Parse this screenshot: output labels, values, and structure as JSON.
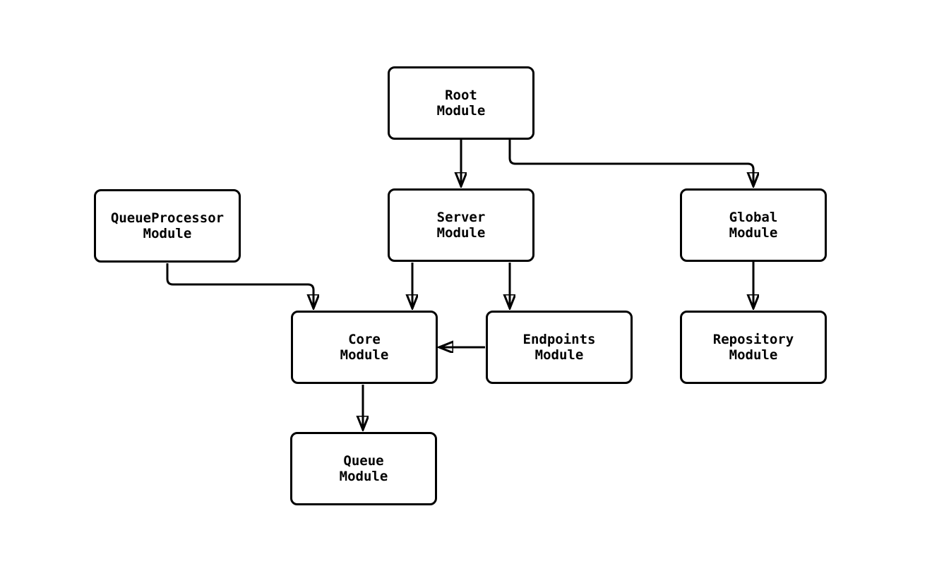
{
  "diagram": {
    "type": "flowchart",
    "background_color": "#ffffff",
    "stroke_color": "#000000",
    "text_color": "#000000",
    "nodes": [
      {
        "id": "root",
        "line1": "Root",
        "line2": "Module"
      },
      {
        "id": "queueprocessor",
        "line1": "QueueProcessor",
        "line2": "Module"
      },
      {
        "id": "server",
        "line1": "Server",
        "line2": "Module"
      },
      {
        "id": "global",
        "line1": "Global",
        "line2": "Module"
      },
      {
        "id": "core",
        "line1": "Core",
        "line2": "Module"
      },
      {
        "id": "endpoints",
        "line1": "Endpoints",
        "line2": "Module"
      },
      {
        "id": "repository",
        "line1": "Repository",
        "line2": "Module"
      },
      {
        "id": "queue",
        "line1": "Queue",
        "line2": "Module"
      }
    ],
    "edges": [
      {
        "from": "root",
        "to": "server"
      },
      {
        "from": "root",
        "to": "global"
      },
      {
        "from": "queueprocessor",
        "to": "core"
      },
      {
        "from": "server",
        "to": "core"
      },
      {
        "from": "server",
        "to": "endpoints"
      },
      {
        "from": "endpoints",
        "to": "core"
      },
      {
        "from": "global",
        "to": "repository"
      },
      {
        "from": "core",
        "to": "queue"
      }
    ]
  }
}
